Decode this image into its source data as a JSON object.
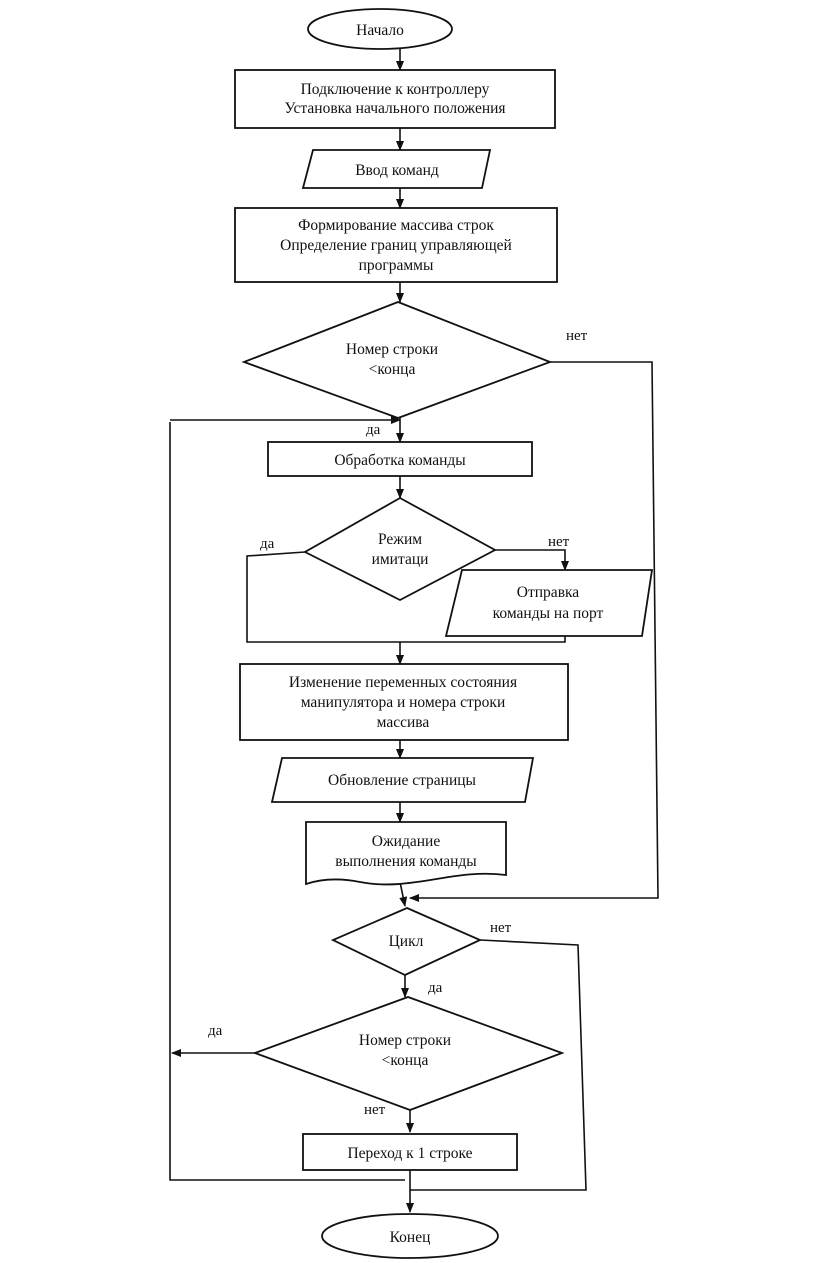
{
  "nodes": {
    "start": "Начало",
    "connect": [
      "Подключение к контроллеру",
      "Установка начального положения"
    ],
    "input": "Ввод команд",
    "form": [
      "Формирование массива строк",
      "Определение границ управляющей",
      "программы"
    ],
    "cond1": [
      "Номер строки",
      "<конца"
    ],
    "process": "Обработка команды",
    "mode": [
      "Режим",
      "имитаци"
    ],
    "send": [
      "Отправка",
      "команды на порт"
    ],
    "change": [
      "Изменение переменных состояния",
      "манипулятора и номера строки",
      "массива"
    ],
    "update": "Обновление страницы",
    "wait": [
      "Ожидание",
      "выполнения команды"
    ],
    "cycle": "Цикл",
    "cond2": [
      "Номер строки",
      "<конца"
    ],
    "goto": "Переход к 1 строке",
    "end": "Конец"
  },
  "labels": {
    "cond1_no": "нет",
    "cond1_yes": "да",
    "mode_yes": "да",
    "mode_no": "нет",
    "cycle_no": "нет",
    "cycle_yes": "да",
    "cond2_yes": "да",
    "cond2_no": "нет"
  }
}
